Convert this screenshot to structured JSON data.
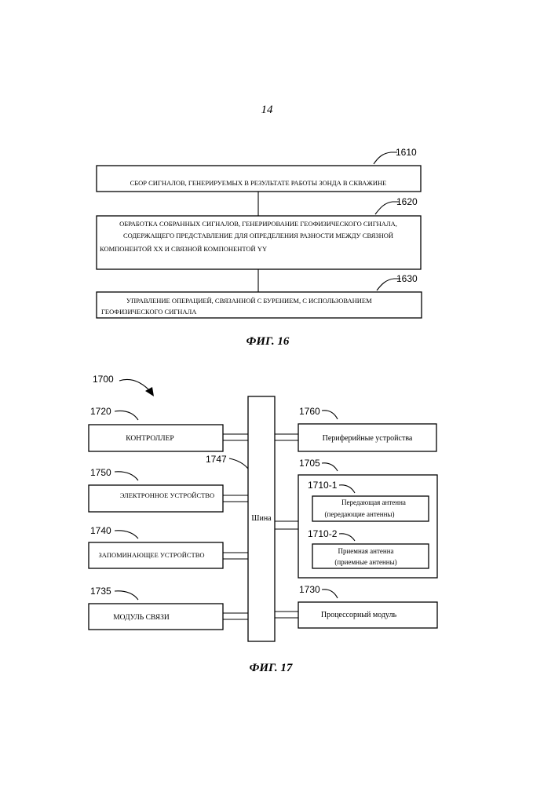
{
  "page_number": "14",
  "fig16": {
    "caption": "ФИГ. 16",
    "steps": [
      {
        "ref": "1610",
        "lines": [
          "СБОР СИГНАЛОВ, ГЕНЕРИРУЕМЫХ В РЕЗУЛЬТАТЕ РАБОТЫ ЗОНДА В СКВАЖИНЕ"
        ]
      },
      {
        "ref": "1620",
        "lines": [
          "ОБРАБОТКА СОБРАННЫХ СИГНАЛОВ, ГЕНЕРИРОВАНИЕ ГЕОФИЗИЧЕСКОГО СИГНАЛА,",
          "СОДЕРЖАЩЕГО ПРЕДСТАВЛЕНИЕ ДЛЯ ОПРЕДЕЛЕНИЯ РАЗНОСТИ МЕЖДУ СВЯЗНОЙ",
          "КОМПОНЕНТОЙ XX И СВЯЗНОЙ КОМПОНЕНТОЙ YY"
        ]
      },
      {
        "ref": "1630",
        "lines": [
          "УПРАВЛЕНИЕ ОПЕРАЦИЕЙ, СВЯЗАННОЙ С БУРЕНИЕМ, С ИСПОЛЬЗОВАНИЕМ",
          "ГЕОФИЗИЧЕСКОГО СИГНАЛА"
        ]
      }
    ]
  },
  "fig17": {
    "caption": "ФИГ. 17",
    "system_ref": "1700",
    "bus": {
      "ref": "1747",
      "label": "Шина"
    },
    "left_blocks": [
      {
        "ref": "1720",
        "label": "КОНТРОЛЛЕР"
      },
      {
        "ref": "1750",
        "label": "ЭЛЕКТРОННОЕ УСТРОЙСТВО"
      },
      {
        "ref": "1740",
        "label": "ЗАПОМИНАЮЩЕЕ УСТРОЙСТВО"
      },
      {
        "ref": "1735",
        "label": "МОДУЛЬ СВЯЗИ"
      }
    ],
    "right_blocks": [
      {
        "ref": "1760",
        "label": "Периферийные устройства"
      },
      {
        "ref": "1730",
        "label": "Процессорный модуль"
      }
    ],
    "antenna_group": {
      "ref": "1705",
      "items": [
        {
          "ref": "1710-1",
          "lines": [
            "Передающая антенна",
            "(передающие антенны)"
          ]
        },
        {
          "ref": "1710-2",
          "lines": [
            "Приемная антенна",
            "(приемные антенны)"
          ]
        }
      ]
    }
  }
}
